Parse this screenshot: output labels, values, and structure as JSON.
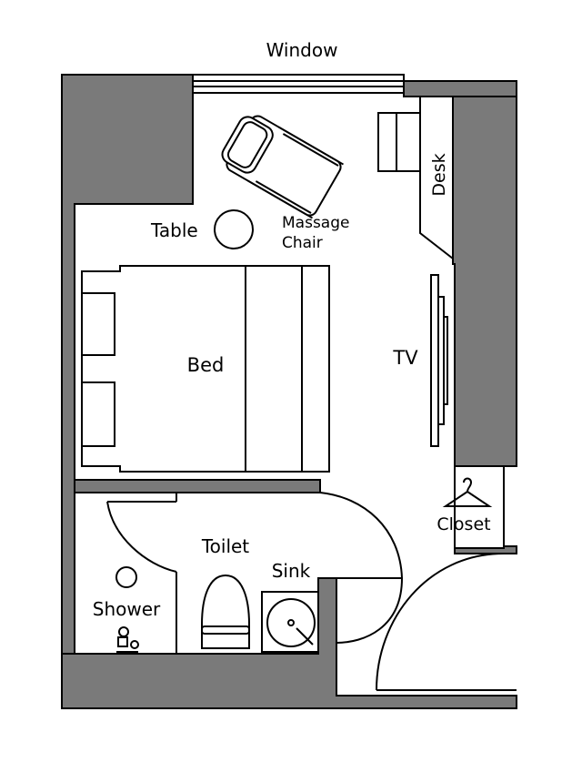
{
  "labels": {
    "window": "Window",
    "desk": "Desk",
    "table": "Table",
    "massage_chair_line1": "Massage",
    "massage_chair_line2": "Chair",
    "bed": "Bed",
    "tv": "TV",
    "closet": "Closet",
    "toilet": "Toilet",
    "sink": "Sink",
    "shower": "Shower"
  },
  "colors": {
    "wall": "#7a7a7a",
    "line": "#000000",
    "background": "#ffffff"
  },
  "icons": {
    "closet": "hanger-icon",
    "shower": "shower-head-icon",
    "faucet": "faucet-icon"
  }
}
